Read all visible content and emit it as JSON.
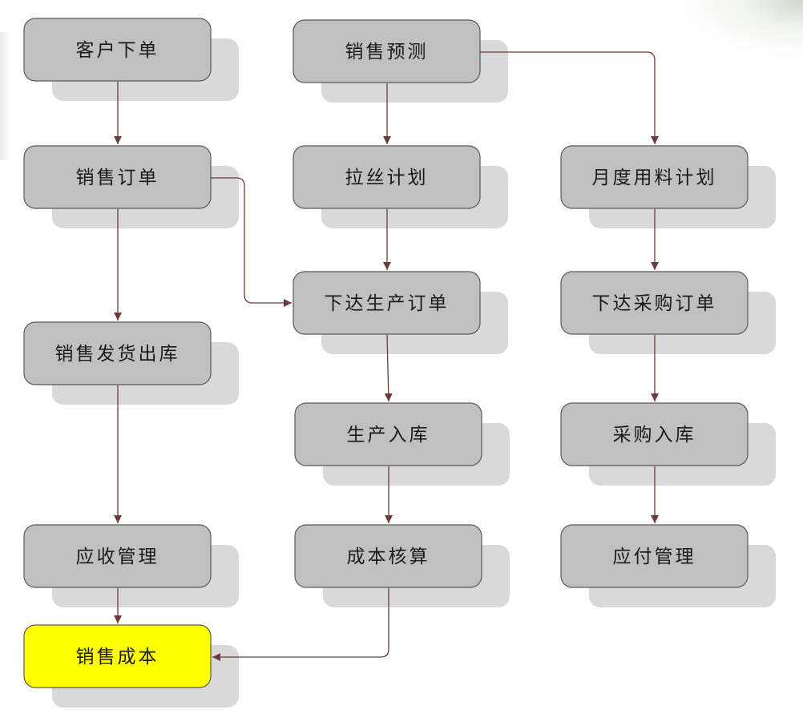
{
  "nodes": [
    {
      "id": "customer_order",
      "label": "客户下单"
    },
    {
      "id": "sales_forecast",
      "label": "销售预测"
    },
    {
      "id": "sales_order",
      "label": "销售订单"
    },
    {
      "id": "drawing_plan",
      "label": "拉丝计划"
    },
    {
      "id": "monthly_material_plan",
      "label": "月度用料计划"
    },
    {
      "id": "issue_production_order",
      "label": "下达生产订单"
    },
    {
      "id": "issue_purchase_order",
      "label": "下达采购订单"
    },
    {
      "id": "sales_delivery",
      "label": "销售发货出库"
    },
    {
      "id": "production_receipt",
      "label": "生产入库"
    },
    {
      "id": "purchase_receipt",
      "label": "采购入库"
    },
    {
      "id": "receivables",
      "label": "应收管理"
    },
    {
      "id": "cost_accounting",
      "label": "成本核算"
    },
    {
      "id": "payables",
      "label": "应付管理"
    },
    {
      "id": "sales_cost",
      "label": "销售成本",
      "highlight": true
    }
  ],
  "edges": [
    {
      "from": "customer_order",
      "to": "sales_order"
    },
    {
      "from": "sales_order",
      "to": "sales_delivery"
    },
    {
      "from": "sales_delivery",
      "to": "receivables"
    },
    {
      "from": "receivables",
      "to": "sales_cost"
    },
    {
      "from": "sales_order",
      "to": "issue_production_order"
    },
    {
      "from": "sales_forecast",
      "to": "drawing_plan"
    },
    {
      "from": "drawing_plan",
      "to": "issue_production_order"
    },
    {
      "from": "issue_production_order",
      "to": "production_receipt"
    },
    {
      "from": "production_receipt",
      "to": "cost_accounting"
    },
    {
      "from": "cost_accounting",
      "to": "sales_cost"
    },
    {
      "from": "sales_forecast",
      "to": "monthly_material_plan"
    },
    {
      "from": "monthly_material_plan",
      "to": "issue_purchase_order"
    },
    {
      "from": "issue_purchase_order",
      "to": "purchase_receipt"
    },
    {
      "from": "purchase_receipt",
      "to": "payables"
    }
  ],
  "colors": {
    "box_fill": "#c0c0c0",
    "box_stroke": "#5a5a5a",
    "shadow": "#d9d9d9",
    "highlight_fill": "#ffff00",
    "connector": "#6b3a3a",
    "text": "#1a1a1a"
  }
}
